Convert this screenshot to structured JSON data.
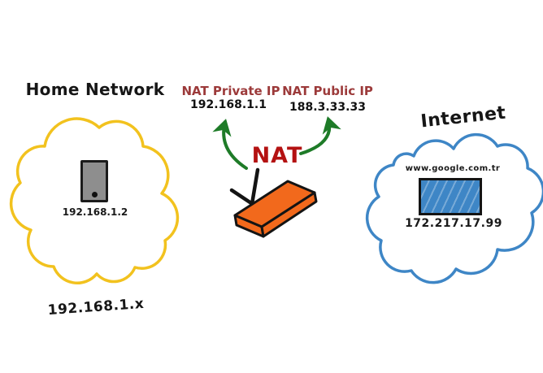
{
  "home_network": {
    "label": "Home Network",
    "subnet_label": "192.168.1.x",
    "device": {
      "ip": "192.168.1.2"
    }
  },
  "nat": {
    "label": "NAT",
    "private": {
      "label": "NAT Private IP",
      "ip": "192.168.1.1"
    },
    "public": {
      "label": "NAT Public IP",
      "ip": "188.3.33.33"
    }
  },
  "internet": {
    "label": "Internet",
    "server": {
      "hostname": "www.google.com.tr",
      "ip": "172.217.17.99"
    }
  },
  "colors": {
    "home_cloud_yellow": "#F2C21E",
    "internet_cloud_blue": "#3E86C6",
    "arrow_green": "#1E7B28",
    "nat_red": "#B41212",
    "nat_label_maroon": "#9C3A3A",
    "router_orange": "#F2691C",
    "device_gray": "#8E8E8E",
    "server_screen_blue": "#3E86C6"
  }
}
